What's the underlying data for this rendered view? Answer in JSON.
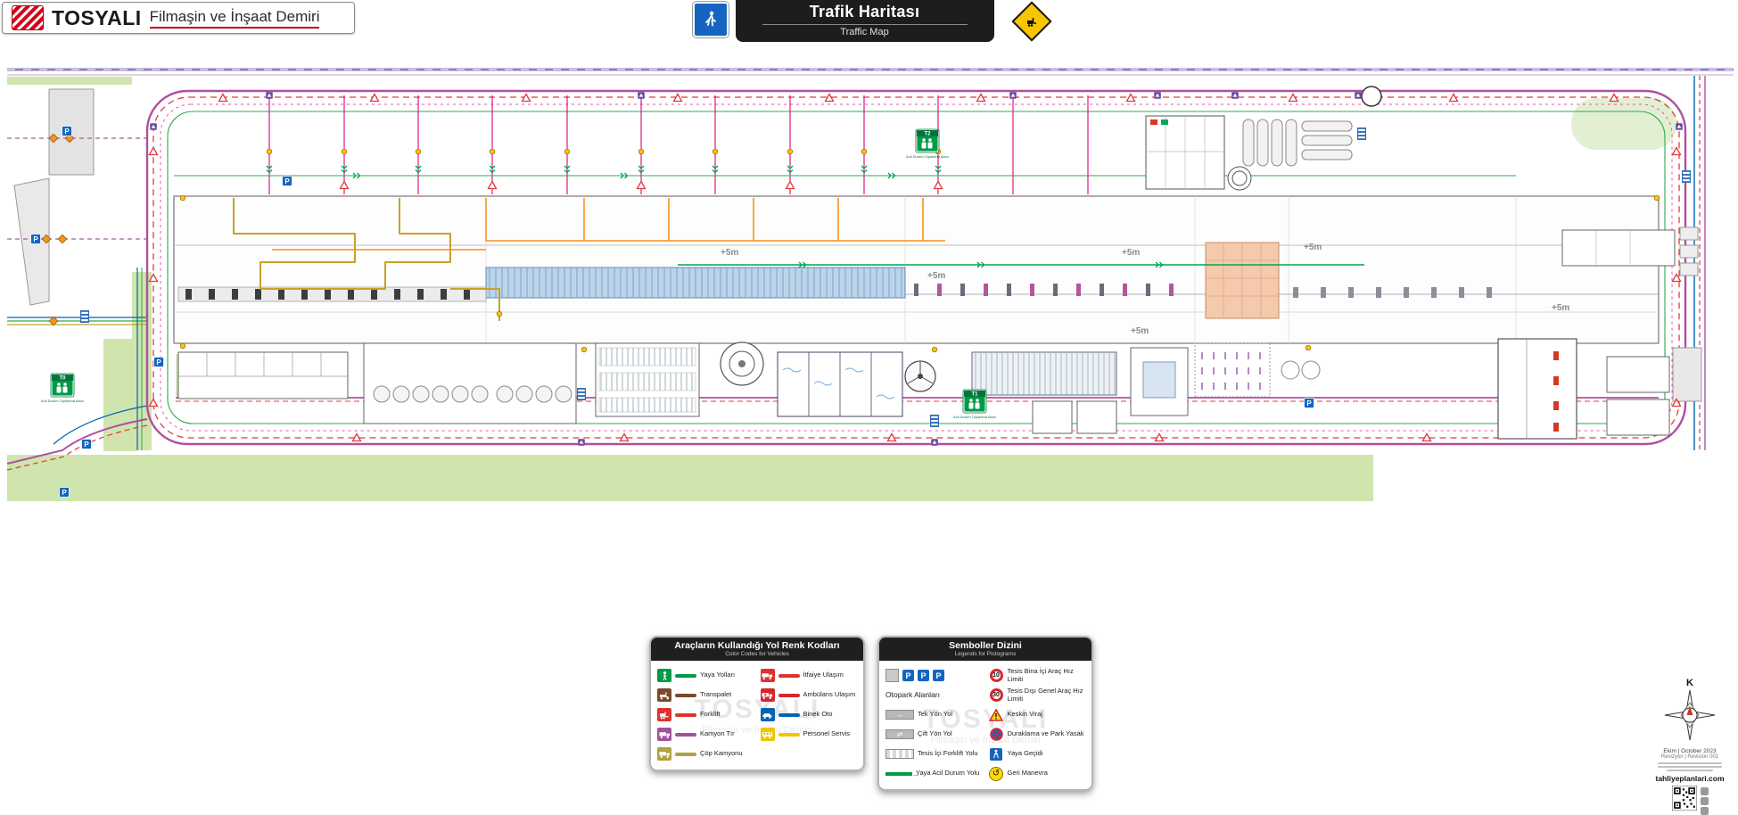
{
  "header": {
    "brand": "TOSYALI",
    "brand_sub": "Filmaşin ve İnşaat Demiri",
    "title": "Trafik Haritası",
    "subtitle": "Traffic Map"
  },
  "map": {
    "plus5": "+5m",
    "p": "P",
    "t0": "T0",
    "t1": "T1",
    "t2": "T2",
    "assembly_caption": "Acil Durum Toplanma Alanı"
  },
  "legend_vehicles": {
    "title": "Araçların Kullandığı Yol Renk Kodları",
    "subtitle": "Color Codes for Vehicles",
    "left": [
      {
        "label": "Yaya Yolları",
        "color": "#009a47"
      },
      {
        "label": "Transpalet",
        "color": "#7b4a2d"
      },
      {
        "label": "Forklift",
        "color": "#e0312e"
      },
      {
        "label": "Kamyon Tır",
        "color": "#a0529f"
      },
      {
        "label": "Çöp Kamyonu",
        "color": "#b0a23c"
      }
    ],
    "right": [
      {
        "label": "İtfaiye Ulaşım",
        "color": "#e0312e"
      },
      {
        "label": "Ambülans Ulaşım",
        "color": "#d7272d"
      },
      {
        "label": "Binek Oto",
        "color": "#0066b3"
      },
      {
        "label": "Personel Servis",
        "color": "#f2c500"
      }
    ],
    "watermark": "TOSYALI",
    "watermark_sub": "Filmaşin ve İnşaat Demiri"
  },
  "legend_symbols": {
    "title": "Semboller Dizini",
    "subtitle": "Legends for Pictograms",
    "p_label": "P",
    "left": [
      {
        "label": "Otopark Alanları"
      },
      {
        "label": "Tek Yön Yol"
      },
      {
        "label": "Çift Yön Yol"
      },
      {
        "label": "Tesis İçi Forklift Yolu"
      },
      {
        "label": "Yaya Acil Durum Yolu"
      }
    ],
    "right": [
      {
        "label": "Tesis Bina İçi Araç Hız Limiti",
        "sign": "10"
      },
      {
        "label": "Tesis Dışı Genel Araç Hız Limiti",
        "sign": "30"
      },
      {
        "label": "Keskin Viraj"
      },
      {
        "label": "Duraklama ve Park Yasak"
      },
      {
        "label": "Yaya Geçidi"
      },
      {
        "label": "Geri Manevra"
      }
    ]
  },
  "footer": {
    "compass_n": "K",
    "date": "Ekim | October 2023",
    "revision": "Revizyon | Revision 001",
    "website": "tahliyeplanlari.com"
  },
  "icons": {
    "arrow_right": "→",
    "arrow_both": "⇄",
    "undo": "↺"
  },
  "colors": {
    "perimeter_magenta": "#b0509e",
    "fire_red_dashed": "#e03a3e",
    "pedestrian_green": "#009a47",
    "car_blue": "#0066b3",
    "service_yellow": "#f2c500",
    "forklift_olive": "#c9a227",
    "transpalet_orange": "#f6921e",
    "crane_pink": "#e0187e",
    "grass_green": "#cfe5ad",
    "parking_blue": "#1565c0"
  }
}
